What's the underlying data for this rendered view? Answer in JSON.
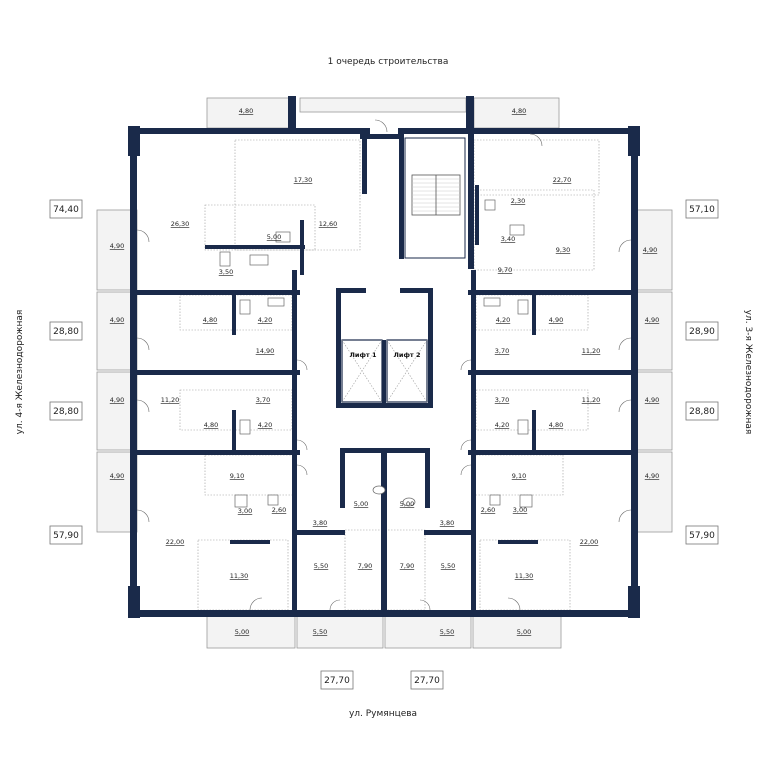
{
  "streets": {
    "top": "1 очередь строительства",
    "bottom": "ул. Румянцева",
    "left": "ул. 4-я Железнодорожная",
    "right": "ул. 3-я Железнодорожная"
  },
  "lifts": {
    "lift1": "Лифт 1",
    "lift2": "Лифт 2"
  },
  "side_totals": {
    "left_1": "74,40",
    "left_2": "28,80",
    "left_3": "28,80",
    "left_4": "57,90",
    "right_1": "57,10",
    "right_2": "28,90",
    "right_3": "28,80",
    "right_4": "57,90",
    "bottom_1": "27,70",
    "bottom_2": "27,70"
  },
  "areas": {
    "a_4_80_tl": "4,80",
    "a_4_80_tr": "4,80",
    "a_17_30": "17,30",
    "a_26_30": "26,30",
    "a_12_60": "12,60",
    "a_5_00_t": "5,00",
    "a_3_50": "3,50",
    "a_22_70": "22,70",
    "a_2_30": "2,30",
    "a_3_40": "3,40",
    "a_9_30": "9,30",
    "a_9_70": "9,70",
    "a_4_90_l1": "4,90",
    "a_4_90_r1": "4,90",
    "a_4_90_l2": "4,90",
    "a_4_80_l2": "4,80",
    "a_4_20_l2": "4,20",
    "a_14_90": "14,90",
    "a_4_20_r2": "4,20",
    "a_4_90_r2": "4,90",
    "a_4_90_r2b": "4,90",
    "a_3_70_r2": "3,70",
    "a_11_20_r2": "11,20",
    "a_4_90_l3": "4,90",
    "a_11_20_l3": "11,20",
    "a_3_70_l3": "3,70",
    "a_4_80_l3": "4,80",
    "a_4_20_l3": "4,20",
    "a_3_70_r3": "3,70",
    "a_11_20_r3": "11,20",
    "a_4_90_r3": "4,90",
    "a_4_20_r3": "4,20",
    "a_4_80_r3": "4,80",
    "a_4_90_l4": "4,90",
    "a_9_10_l": "9,10",
    "a_3_00_l": "3,00",
    "a_2_60_l": "2,60",
    "a_22_00_l": "22,00",
    "a_3_80_l": "3,80",
    "a_11_30_l": "11,30",
    "a_5_50_l": "5,50",
    "a_7_90_l": "7,90",
    "a_5_00_cl": "5,00",
    "a_5_00_cr": "5,00",
    "a_7_90_r": "7,90",
    "a_5_50_r": "5,50",
    "a_3_80_r": "3,80",
    "a_11_30_r": "11,30",
    "a_9_10_r": "9,10",
    "a_2_60_r": "2,60",
    "a_3_00_r": "3,00",
    "a_22_00_r": "22,00",
    "a_4_90_r4": "4,90",
    "a_5_00_bl": "5,00",
    "a_5_50_bl": "5,50",
    "a_5_50_br": "5,50",
    "a_5_00_br": "5,00"
  }
}
